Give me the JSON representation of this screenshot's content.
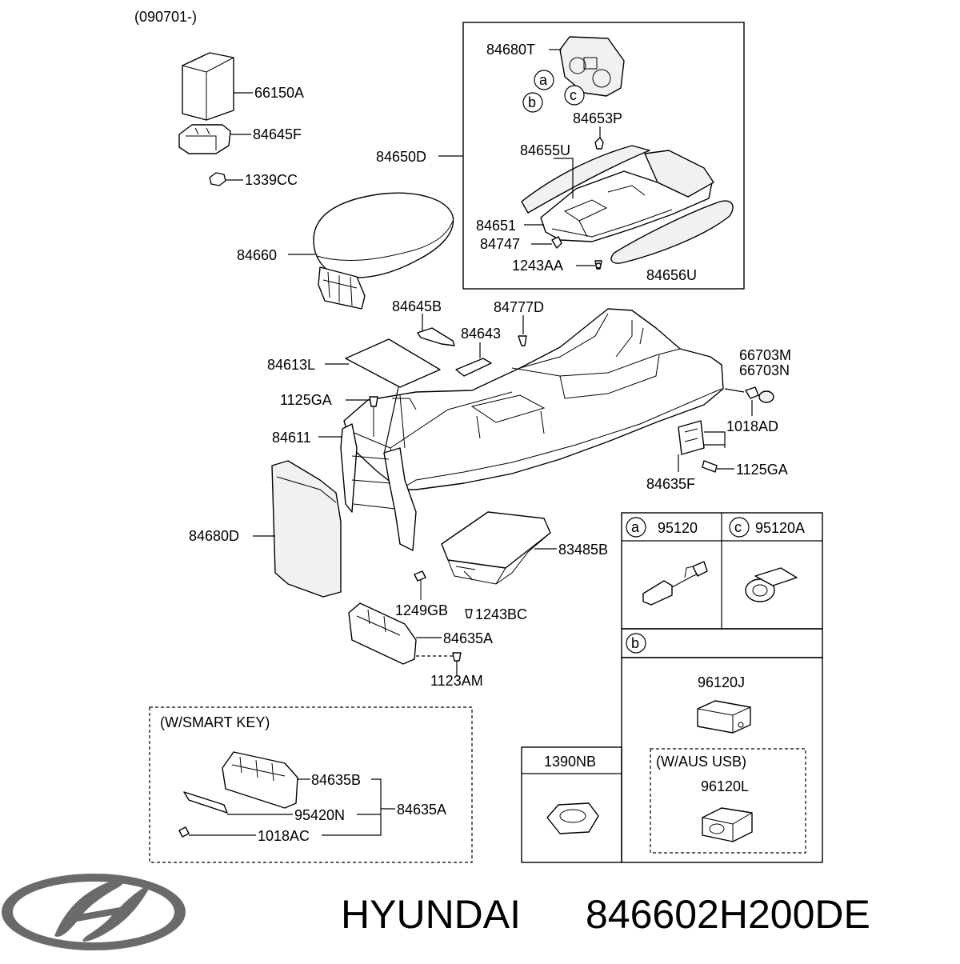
{
  "header_code": "(090701-)",
  "brand": "HYUNDAI",
  "part_number": "846602H200DE",
  "logo": {
    "icon": "hyundai-logo-icon",
    "color": "#555555"
  },
  "callouts": {
    "a": "a",
    "b": "b",
    "c": "c"
  },
  "labels": {
    "p66150A": "66150A",
    "p84645F": "84645F",
    "p1339CC": "1339CC",
    "p84660": "84660",
    "p84650D": "84650D",
    "p84680T": "84680T",
    "p84653P": "84653P",
    "p84655U": "84655U",
    "p84651": "84651",
    "p84747": "84747",
    "p1243AA": "1243AA",
    "p84656U": "84656U",
    "p84645B": "84645B",
    "p84777D": "84777D",
    "p84643": "84643",
    "p84613L": "84613L",
    "p1125GA_a": "1125GA",
    "p84611": "84611",
    "p66703M": "66703M",
    "p66703N": "66703N",
    "p1018AD": "1018AD",
    "p1125GA_b": "1125GA",
    "p84635F": "84635F",
    "p84680D": "84680D",
    "p83485B": "83485B",
    "p1249GB": "1249GB",
    "p1243BC": "1243BC",
    "p84635A": "84635A",
    "p1123AM": "1123AM",
    "p95120": "95120",
    "p95120A": "95120A",
    "p96120J": "96120J",
    "p1390NB": "1390NB",
    "p96120L": "96120L"
  },
  "smart_key": {
    "title": "(W/SMART KEY)",
    "p84635B": "84635B",
    "p95420N": "95420N",
    "p1018AC": "1018AC",
    "p84635A": "84635A"
  },
  "aus_usb": {
    "title": "(W/AUS  USB)"
  }
}
